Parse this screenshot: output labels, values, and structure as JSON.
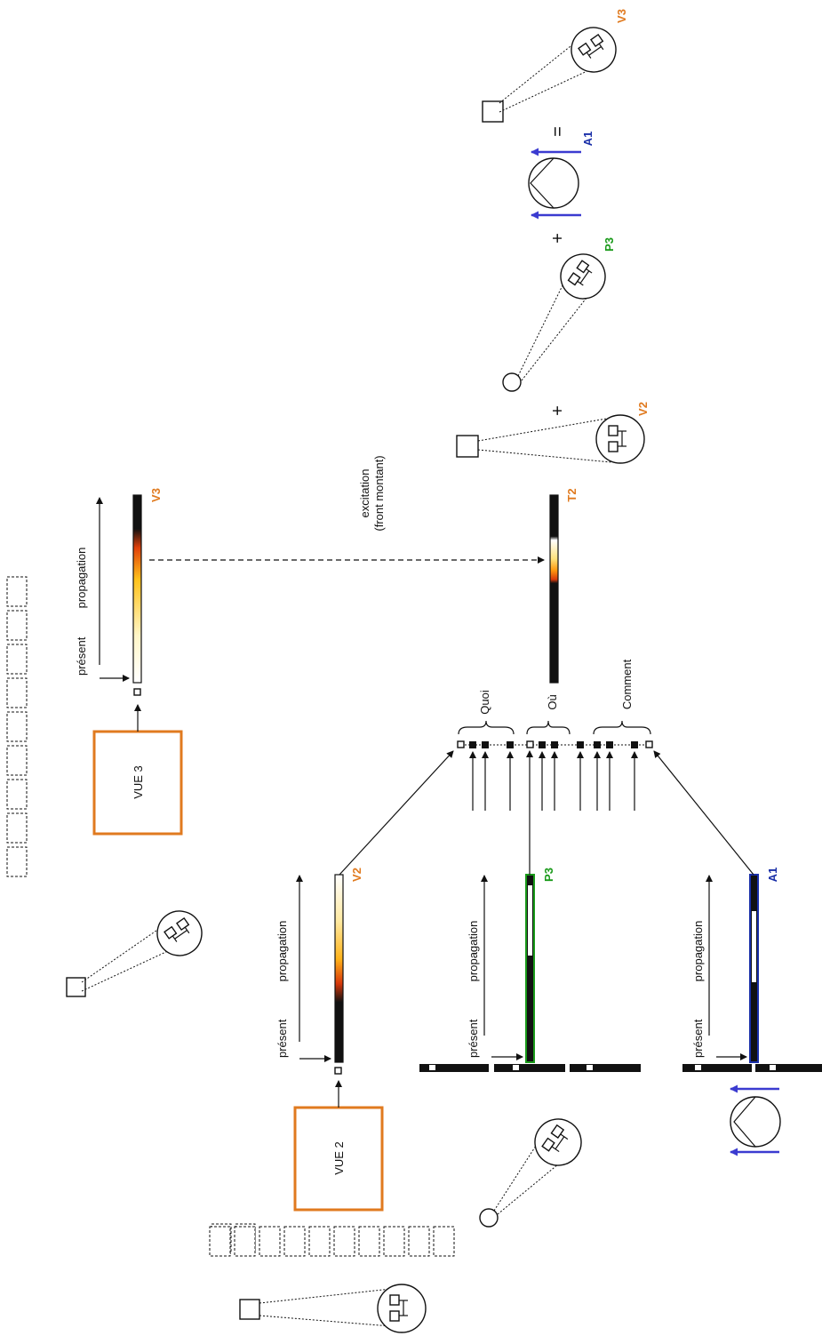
{
  "colors": {
    "orange": "#e07a1f",
    "green": "#1a9a1a",
    "blue": "#1a2fa8",
    "arrow_blue": "#3b3bd0",
    "black": "#111111"
  },
  "views": {
    "vue2": "VUE 2",
    "vue3": "VUE 3"
  },
  "timeline_labels": {
    "present": "présent",
    "propagation": "propagation"
  },
  "tracks": {
    "v2": "V2",
    "v3": "V3",
    "p3": "P3",
    "a1": "A1",
    "t2": "T2"
  },
  "groups": {
    "quoi": "Quoi",
    "ou": "Où",
    "comment": "Comment"
  },
  "excitation": {
    "line1": "excitation",
    "line2": "(front montant)"
  },
  "equation": {
    "plus": "+",
    "equals": "=",
    "v2": "V2",
    "p3": "P3",
    "a1": "A1",
    "v3": "V3"
  },
  "icons": [
    "square-icon",
    "robot-face-icon",
    "circle-icon",
    "flow-circle-icon",
    "blue-arrow-icon"
  ]
}
